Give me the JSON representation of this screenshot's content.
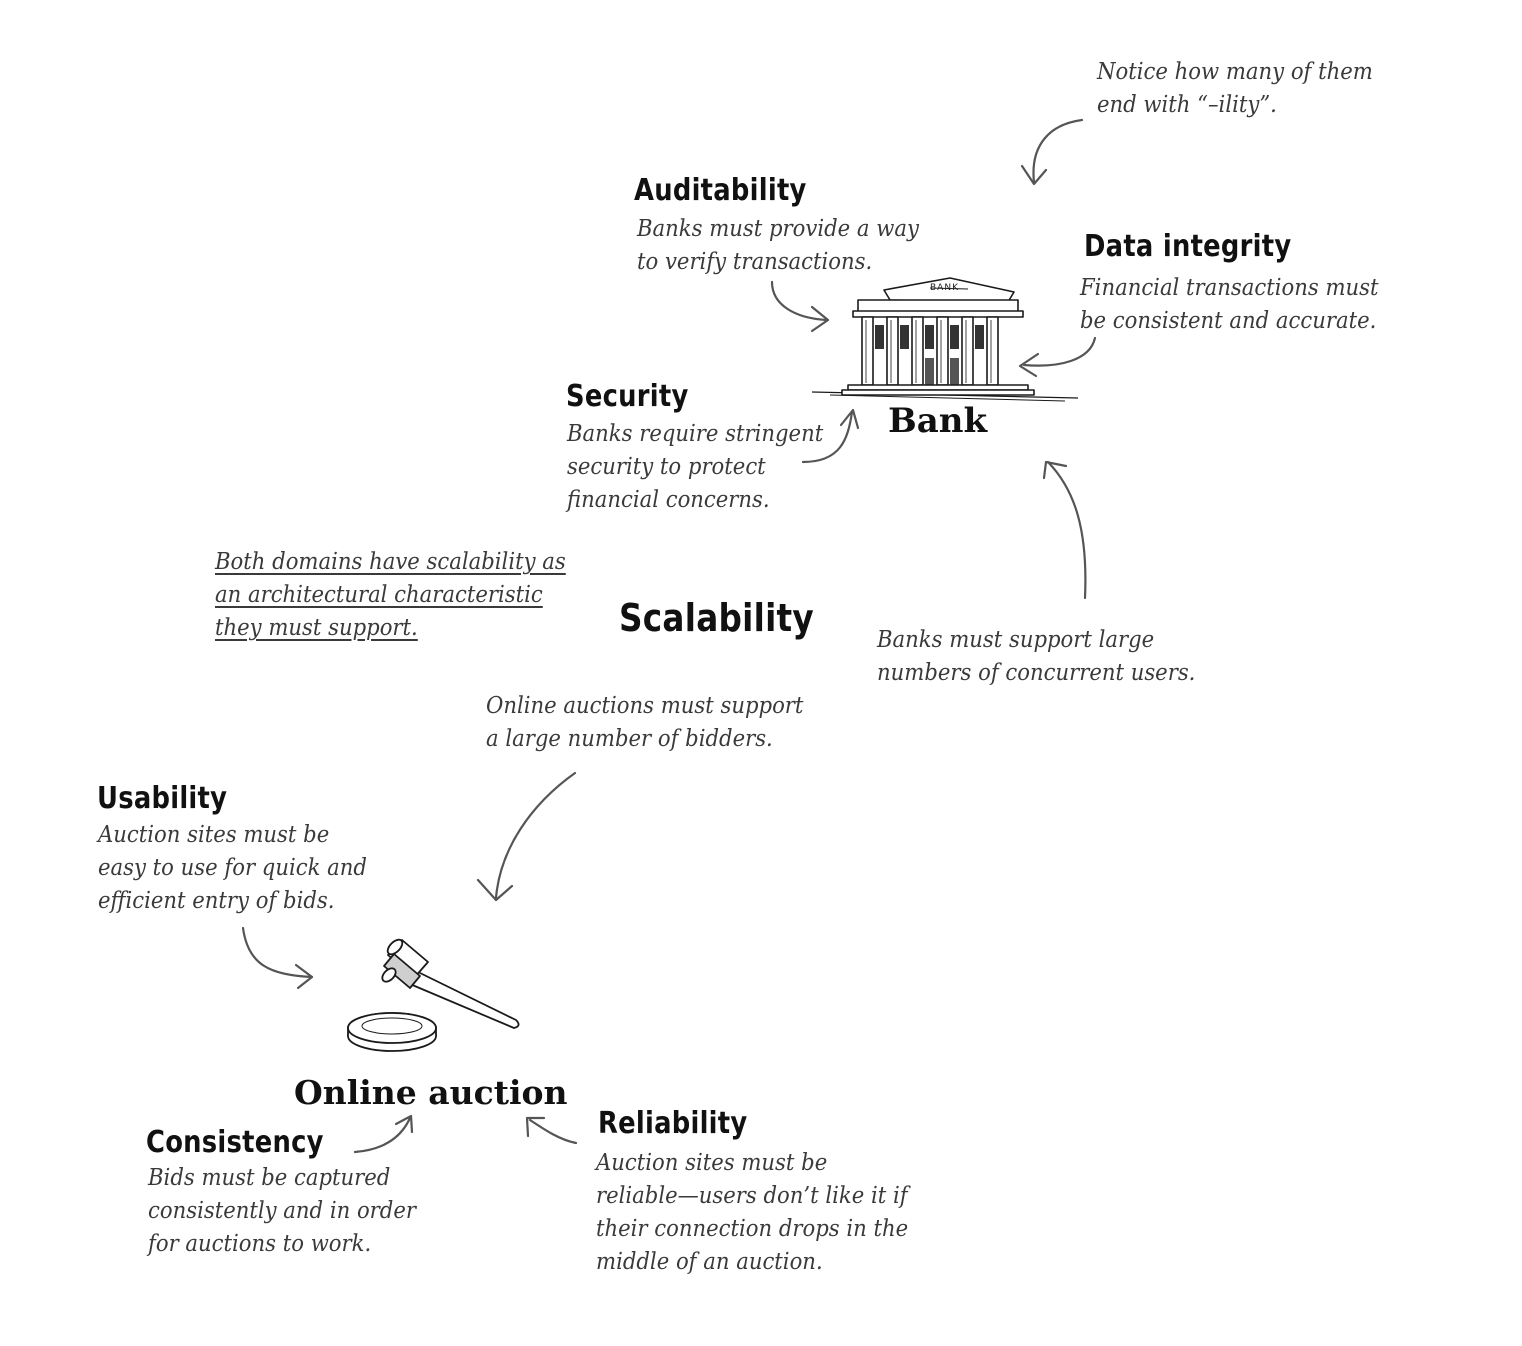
{
  "annotations": {
    "ility_note": [
      "Notice how many of them",
      "end with “–ility”."
    ],
    "scalability_note": [
      "Both domains have scalability as",
      "an architectural characteristic",
      "they must support."
    ]
  },
  "bank": {
    "label": "Bank",
    "sign": "BANK",
    "characteristics": {
      "auditability": {
        "title": "Auditability",
        "lines": [
          "Banks must provide a way",
          "to verify transactions."
        ]
      },
      "data_integrity": {
        "title": "Data integrity",
        "lines": [
          "Financial transactions must",
          "be consistent and accurate."
        ]
      },
      "security": {
        "title": "Security",
        "lines": [
          "Banks require stringent",
          "security to protect",
          "financial concerns."
        ]
      },
      "scalability": {
        "lines": [
          "Banks must support large",
          "numbers of concurrent users."
        ]
      }
    }
  },
  "shared": {
    "scalability_title": "Scalability"
  },
  "auction": {
    "label": "Online auction",
    "characteristics": {
      "scalability": {
        "lines": [
          "Online auctions must support",
          "a large number of bidders."
        ]
      },
      "usability": {
        "title": "Usability",
        "lines": [
          "Auction sites must be",
          "easy to use for quick and",
          "efficient entry of bids."
        ]
      },
      "consistency": {
        "title": "Consistency",
        "lines": [
          "Bids must be captured",
          "consistently and in order",
          "for auctions to work."
        ]
      },
      "reliability": {
        "title": "Reliability",
        "lines": [
          "Auction sites must be",
          "reliable—users don’t like it if",
          "their connection drops in the",
          "middle of an auction."
        ]
      }
    }
  }
}
